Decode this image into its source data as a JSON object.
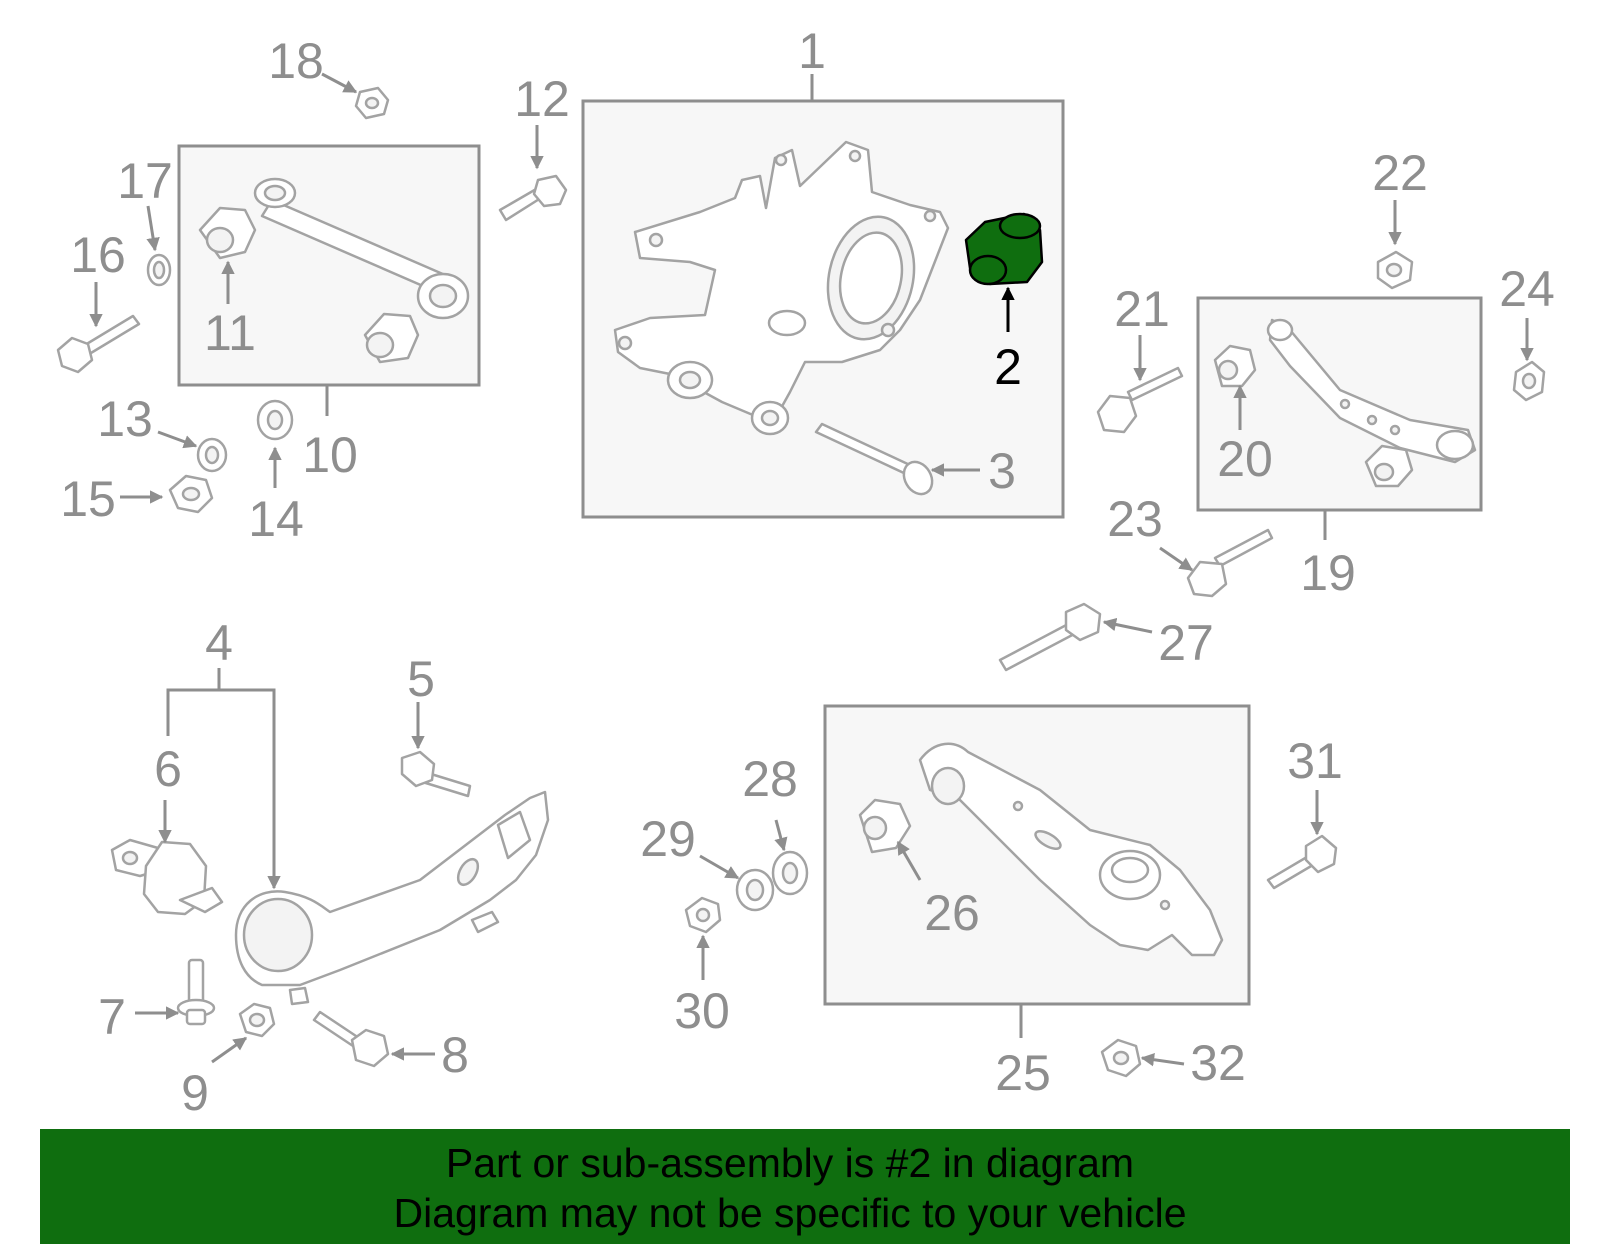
{
  "colors": {
    "highlight": "#0f6e0f",
    "line_gray": "#8e8e8e",
    "part_stroke": "#a3a3a3",
    "box_fill": "#f7f7f7"
  },
  "highlighted_part": "2",
  "callouts": [
    {
      "id": "c1",
      "label": "1"
    },
    {
      "id": "c2",
      "label": "2"
    },
    {
      "id": "c3",
      "label": "3"
    },
    {
      "id": "c4",
      "label": "4"
    },
    {
      "id": "c5",
      "label": "5"
    },
    {
      "id": "c6",
      "label": "6"
    },
    {
      "id": "c7",
      "label": "7"
    },
    {
      "id": "c8",
      "label": "8"
    },
    {
      "id": "c9",
      "label": "9"
    },
    {
      "id": "c10",
      "label": "10"
    },
    {
      "id": "c11",
      "label": "11"
    },
    {
      "id": "c12",
      "label": "12"
    },
    {
      "id": "c13",
      "label": "13"
    },
    {
      "id": "c14",
      "label": "14"
    },
    {
      "id": "c15",
      "label": "15"
    },
    {
      "id": "c16",
      "label": "16"
    },
    {
      "id": "c17",
      "label": "17"
    },
    {
      "id": "c18",
      "label": "18"
    },
    {
      "id": "c19",
      "label": "19"
    },
    {
      "id": "c20",
      "label": "20"
    },
    {
      "id": "c21",
      "label": "21"
    },
    {
      "id": "c22",
      "label": "22"
    },
    {
      "id": "c23",
      "label": "23"
    },
    {
      "id": "c24",
      "label": "24"
    },
    {
      "id": "c25",
      "label": "25"
    },
    {
      "id": "c26",
      "label": "26"
    },
    {
      "id": "c27",
      "label": "27"
    },
    {
      "id": "c28",
      "label": "28"
    },
    {
      "id": "c29",
      "label": "29"
    },
    {
      "id": "c30",
      "label": "30"
    },
    {
      "id": "c31",
      "label": "31"
    },
    {
      "id": "c32",
      "label": "32"
    }
  ],
  "banner": {
    "line1": "Part or sub-assembly is #2 in diagram",
    "line2": "Diagram may not be specific to your vehicle"
  }
}
